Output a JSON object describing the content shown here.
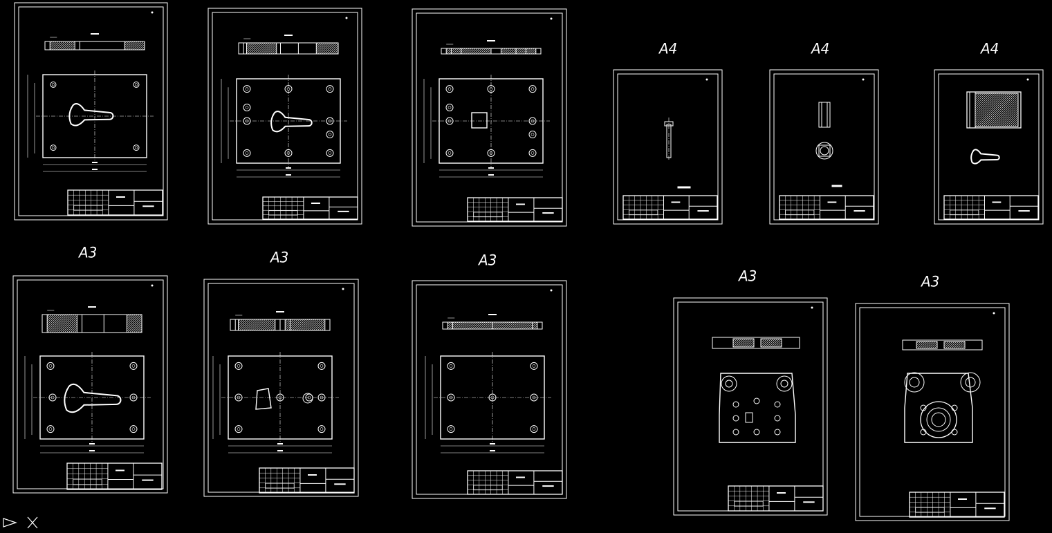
{
  "app": {
    "title": "CAD model space — mould plate drawings"
  },
  "sheet_labels": [
    "A4",
    "A4",
    "A4",
    "A3",
    "A3",
    "A3",
    "A3",
    "A3"
  ],
  "sheets": [
    {
      "id": "s1"
    },
    {
      "id": "s2"
    },
    {
      "id": "s3"
    },
    {
      "id": "s4",
      "format_label_index": 0
    },
    {
      "id": "s5",
      "format_label_index": 1
    },
    {
      "id": "s6",
      "format_label_index": 2
    },
    {
      "id": "s7",
      "format_label_index": 3
    },
    {
      "id": "s8",
      "format_label_index": 4
    },
    {
      "id": "s9",
      "format_label_index": 5
    },
    {
      "id": "s10",
      "format_label_index": 6
    },
    {
      "id": "s11",
      "format_label_index": 7
    }
  ],
  "colors": {
    "background": "#000000",
    "lines": "#ffffff",
    "dim": "#dddddd"
  },
  "ucs_icon": "ucs-icon"
}
